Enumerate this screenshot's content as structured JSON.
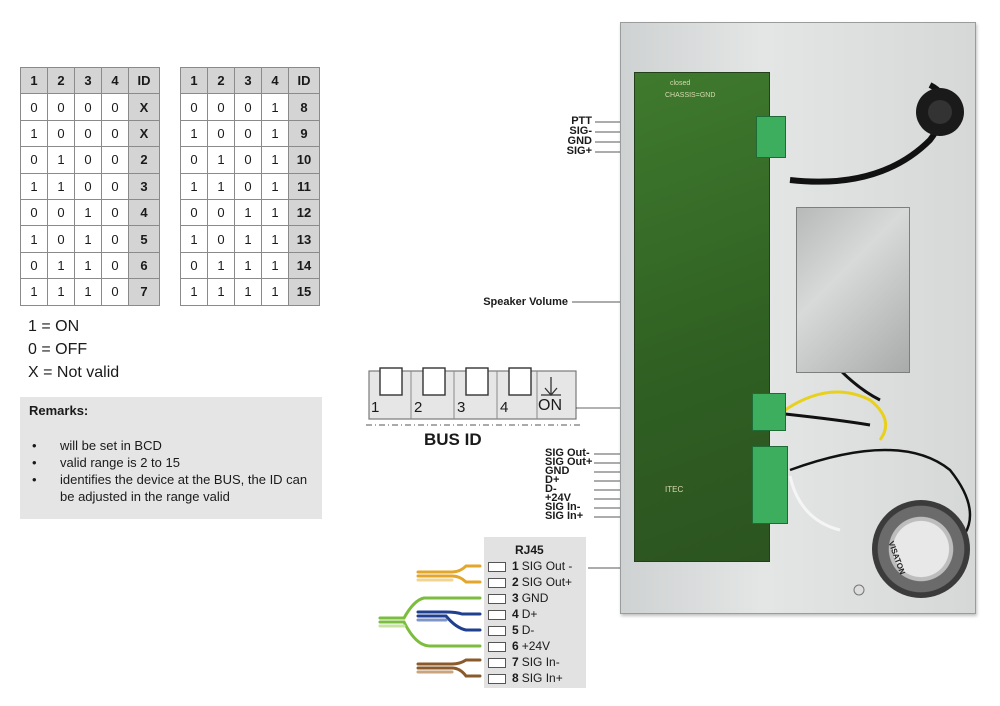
{
  "table_left": {
    "headers": [
      "1",
      "2",
      "3",
      "4",
      "ID"
    ],
    "rows": [
      [
        "0",
        "0",
        "0",
        "0",
        "X"
      ],
      [
        "1",
        "0",
        "0",
        "0",
        "X"
      ],
      [
        "0",
        "1",
        "0",
        "0",
        "2"
      ],
      [
        "1",
        "1",
        "0",
        "0",
        "3"
      ],
      [
        "0",
        "0",
        "1",
        "0",
        "4"
      ],
      [
        "1",
        "0",
        "1",
        "0",
        "5"
      ],
      [
        "0",
        "1",
        "1",
        "0",
        "6"
      ],
      [
        "1",
        "1",
        "1",
        "0",
        "7"
      ]
    ]
  },
  "table_right": {
    "headers": [
      "1",
      "2",
      "3",
      "4",
      "ID"
    ],
    "rows": [
      [
        "0",
        "0",
        "0",
        "1",
        "8"
      ],
      [
        "1",
        "0",
        "0",
        "1",
        "9"
      ],
      [
        "0",
        "1",
        "0",
        "1",
        "10"
      ],
      [
        "1",
        "1",
        "0",
        "1",
        "11"
      ],
      [
        "0",
        "0",
        "1",
        "1",
        "12"
      ],
      [
        "1",
        "0",
        "1",
        "1",
        "13"
      ],
      [
        "0",
        "1",
        "1",
        "1",
        "14"
      ],
      [
        "1",
        "1",
        "1",
        "1",
        "15"
      ]
    ]
  },
  "legend": [
    "1 = ON",
    "0 = OFF",
    "X = Not valid"
  ],
  "remarks": {
    "title": "Remarks:",
    "items": [
      "will be set in BCD",
      "valid range is 2 to 15",
      "identifies the device at the BUS, the ID can be adjusted in the range valid"
    ]
  },
  "dip_switch": {
    "labels": [
      "1",
      "2",
      "3",
      "4"
    ],
    "on_label": "ON",
    "title": "BUS ID"
  },
  "callouts": {
    "top_terminal": [
      "PTT",
      "SIG-",
      "GND",
      "SIG+"
    ],
    "speaker_volume": "Speaker Volume",
    "bottom_terminal": [
      "SIG Out-",
      "SIG Out+",
      "GND",
      "D+",
      "D-",
      "+24V",
      "SIG In-",
      "SIG In+"
    ]
  },
  "pcb_text": {
    "chassis": "CHASSIS=GND",
    "closed": "closed",
    "itec": "ITEC"
  },
  "speaker_brand": "VISATON",
  "rj45": {
    "title": "RJ45",
    "pins": [
      {
        "num": "1",
        "label": "SIG Out -"
      },
      {
        "num": "2",
        "label": "SIG Out+"
      },
      {
        "num": "3",
        "label": "GND"
      },
      {
        "num": "4",
        "label": "D+"
      },
      {
        "num": "5",
        "label": "D-"
      },
      {
        "num": "6",
        "label": "+24V"
      },
      {
        "num": "7",
        "label": "SIG In-"
      },
      {
        "num": "8",
        "label": "SIG In+"
      }
    ]
  },
  "colors": {
    "orange": "#e3a62b",
    "green": "#7cbd3f",
    "blue": "#1f3f8f",
    "brown": "#8b5a2b",
    "pcb": "#35682a",
    "terminal": "#3cae5d"
  }
}
